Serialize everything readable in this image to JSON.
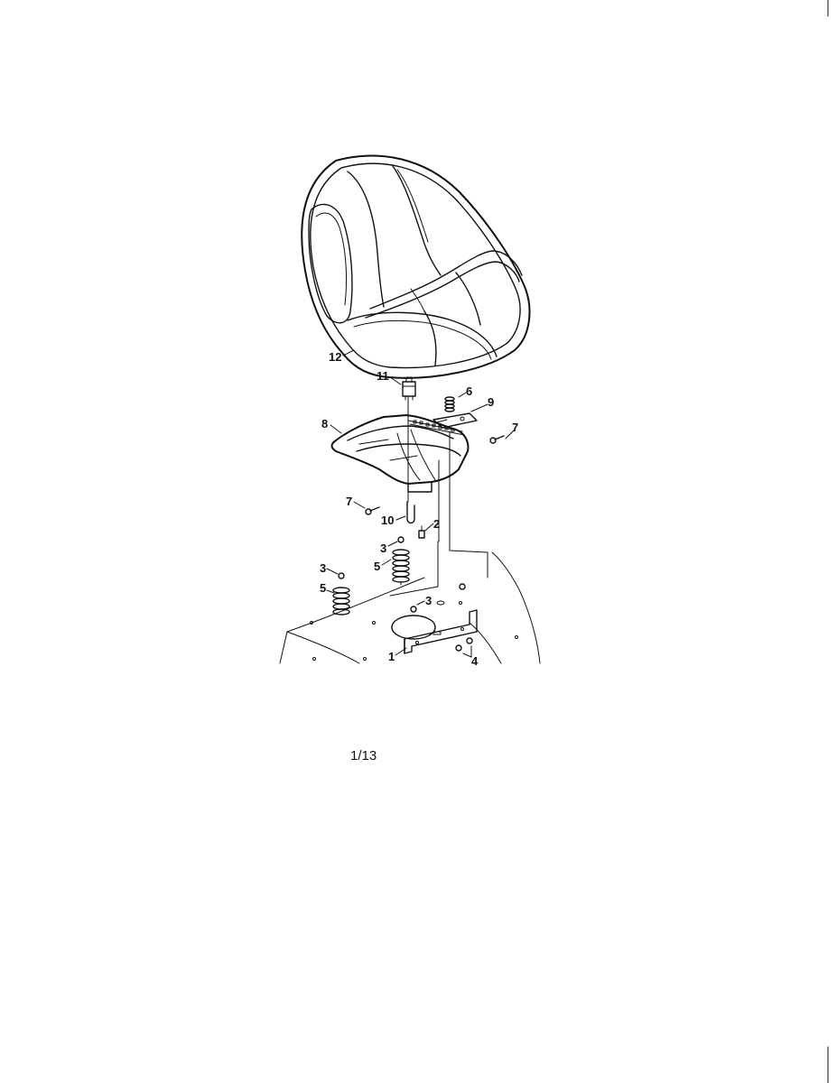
{
  "diagram": {
    "callouts": [
      {
        "id": "c12",
        "label": "12"
      },
      {
        "id": "c11",
        "label": "11"
      },
      {
        "id": "c6",
        "label": "6"
      },
      {
        "id": "c9",
        "label": "9"
      },
      {
        "id": "c8",
        "label": "8"
      },
      {
        "id": "c7a",
        "label": "7"
      },
      {
        "id": "c7b",
        "label": "7"
      },
      {
        "id": "c10",
        "label": "10"
      },
      {
        "id": "c2",
        "label": "2"
      },
      {
        "id": "c3a",
        "label": "3"
      },
      {
        "id": "c5a",
        "label": "5"
      },
      {
        "id": "c3b",
        "label": "3"
      },
      {
        "id": "c5b",
        "label": "5"
      },
      {
        "id": "c3c",
        "label": "3"
      },
      {
        "id": "c1",
        "label": "1"
      },
      {
        "id": "c4",
        "label": "4"
      }
    ]
  },
  "page": {
    "number": "1/13"
  }
}
